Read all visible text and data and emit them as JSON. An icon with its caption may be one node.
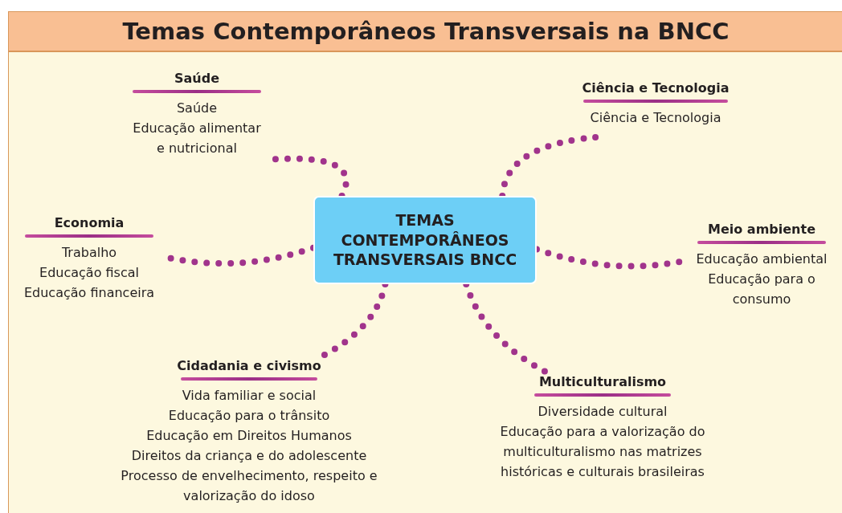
{
  "diagram": {
    "title": "Temas Contemporâneos Transversais na BNCC",
    "nodes": [
      {
        "text": [
          "TEMAS CONTEMPORÂNEOS TRANSVERSAIS BNCC"
        ]
      },
      {
        "text": [
          "Saúde",
          "Saúde",
          "Educação alimentar e nutricional"
        ]
      },
      {
        "text": [
          "Ciência e Tecnologia",
          "Ciência e Tecnologia"
        ]
      },
      {
        "text": [
          "Economia",
          "Trabalho",
          "Educação fiscal",
          "Educação financeira"
        ]
      },
      {
        "text": [
          "Meio ambiente",
          "Educação ambiental",
          "Educação para o consumo"
        ]
      },
      {
        "text": [
          "Cidadania e civismo",
          "Vida familiar e social",
          "Educação para o trânsito",
          "Educação em Direitos Humanos",
          "Direitos da criança e do adolescente",
          "Processo de envelhecimento, respeito e valorização do idoso"
        ]
      },
      {
        "text": [
          "Multiculturalismo",
          "Diversidade cultural",
          "Educação para a valorização do multiculturalismo nas matrizes históricas e culturais brasileiras"
        ]
      }
    ],
    "edges": [
      {
        "from": 0,
        "to": 1,
        "arrow": "none"
      },
      {
        "from": 0,
        "to": 2,
        "arrow": "none"
      },
      {
        "from": 0,
        "to": 3,
        "arrow": "none"
      },
      {
        "from": 0,
        "to": 4,
        "arrow": "none"
      },
      {
        "from": 0,
        "to": 5,
        "arrow": "none"
      },
      {
        "from": 0,
        "to": 6,
        "arrow": "none"
      }
    ]
  }
}
